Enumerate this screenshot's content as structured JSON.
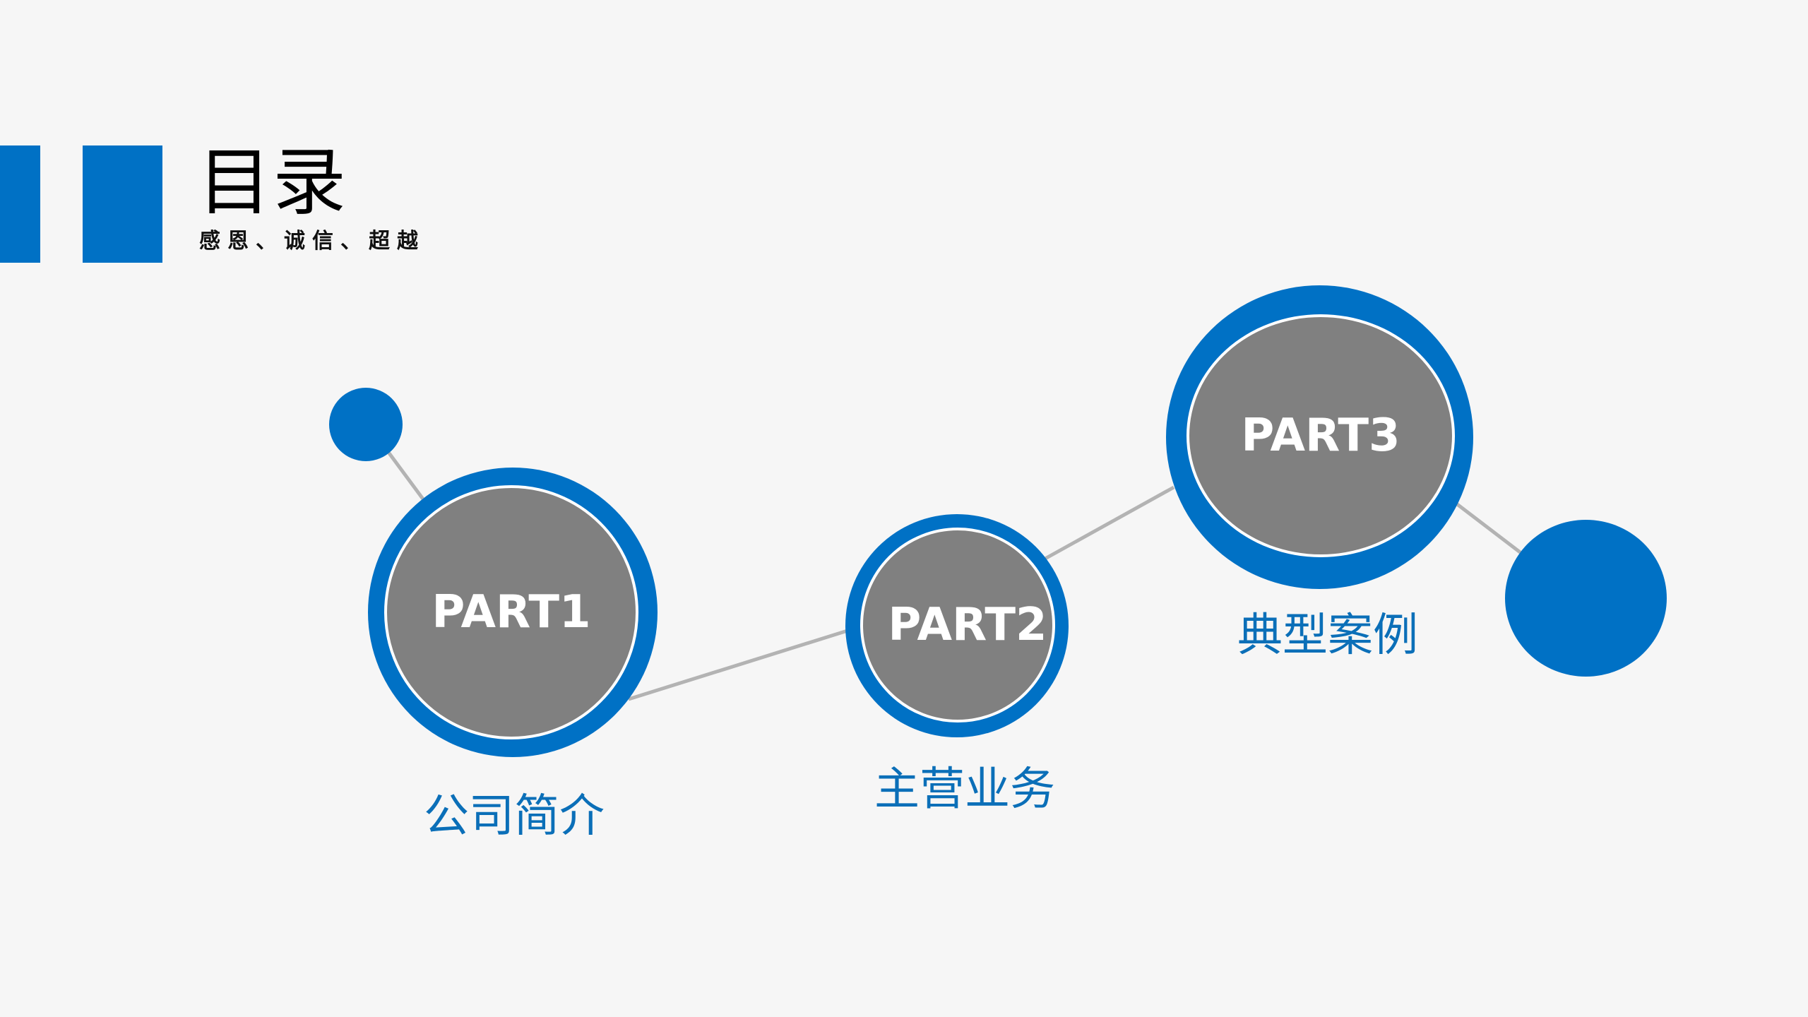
{
  "header": {
    "title": "目录",
    "subtitle": "感恩、诚信、超越"
  },
  "parts": [
    {
      "badge": "PART1",
      "label": "公司简介"
    },
    {
      "badge": "PART2",
      "label": "主营业务"
    },
    {
      "badge": "PART3",
      "label": "典型案例"
    }
  ],
  "colors": {
    "accent": "#0071c5",
    "circle_fill": "#808080",
    "label_text": "#0b6fb8",
    "connector": "#b3b3b3",
    "background": "#f6f6f6"
  }
}
